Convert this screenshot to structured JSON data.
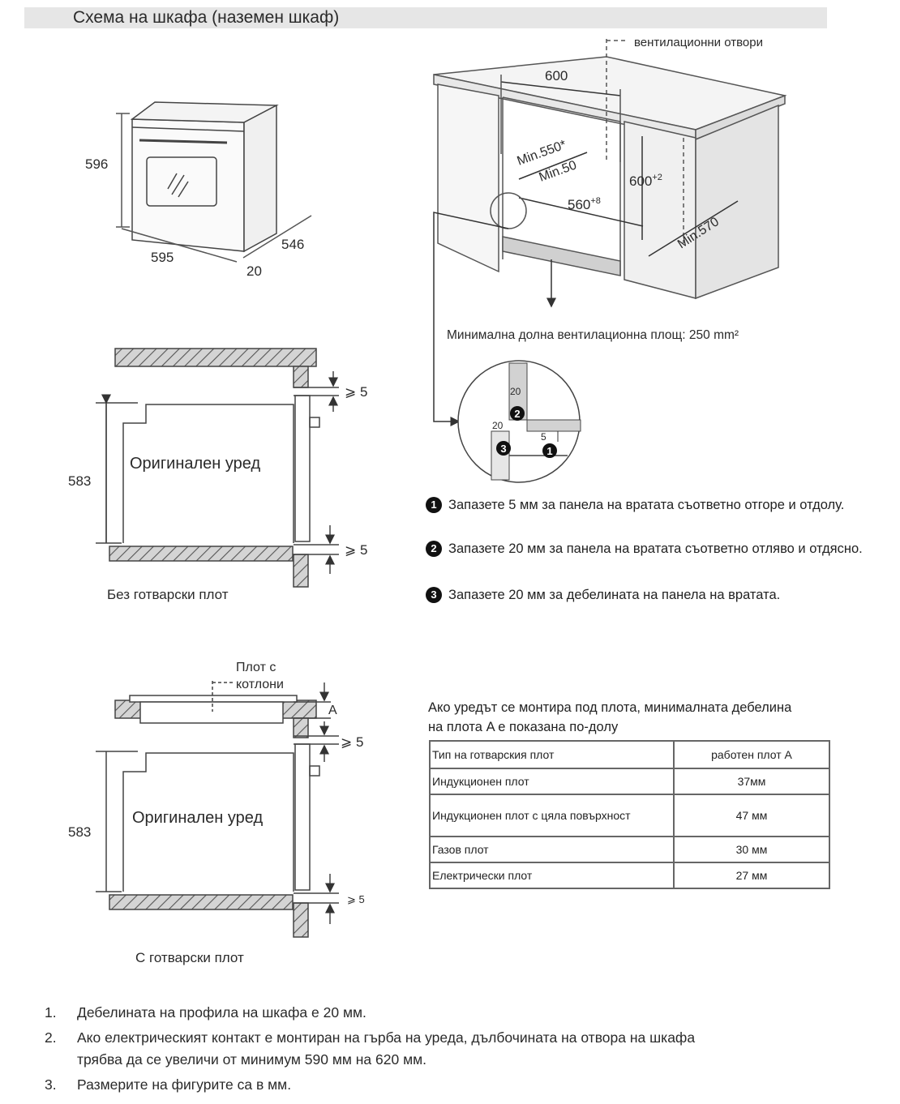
{
  "header": {
    "title": "Схема на шкафа (наземен шкаф)"
  },
  "oven": {
    "height": "596",
    "width": "595",
    "depth": "546",
    "door": "20"
  },
  "cabinet": {
    "vent_label": "вентилационни отвори",
    "width": "600",
    "min_depth": "Min.550*",
    "min_gap": "Min.50",
    "height": "600",
    "height_tol": "+2",
    "inner": "560",
    "inner_tol": "+8",
    "min_570": "Min.570",
    "bottom_vent": "Минимална долна вентилационна площ: 250 mm²"
  },
  "detail": {
    "d20a": "20",
    "d20b": "20",
    "d5": "5",
    "m1": "1",
    "m2": "2",
    "m3": "3"
  },
  "legend": [
    {
      "num": "1",
      "text": "Запазете 5 мм за панела на вратата съответно отгоре и отдолу."
    },
    {
      "num": "2",
      "text": "Запазете 20 мм за панела на вратата съответно отляво и отдясно."
    },
    {
      "num": "3",
      "text": "Запазете 20 мм за дебелината на панела на вратата."
    }
  ],
  "install1": {
    "gap_top": "⩾ 5",
    "gap_bottom": "⩾ 5",
    "height": "583",
    "device": "Оригинален уред",
    "caption": "Без готварски плот"
  },
  "install2": {
    "hob_label_1": "Плот с",
    "hob_label_2": "котлони",
    "a": "A",
    "gap_top": "⩾ 5",
    "gap_bottom": "⩾ 5",
    "height": "583",
    "device": "Оригинален уред",
    "caption": "С готварски плот"
  },
  "table": {
    "intro": "Ако уредът се монтира под плота, минималната дебелина на плота A е показана по-долу",
    "headers": [
      "Тип на готварския плот",
      "работен плот A"
    ],
    "rows": [
      {
        "type": "Индукционен плот",
        "value": "37мм"
      },
      {
        "type": "Индукционен плот с цяла повърхност",
        "value": "47 мм"
      },
      {
        "type": "Газов плот",
        "value": "30 мм"
      },
      {
        "type": "Електрически плот",
        "value": "27 мм"
      }
    ]
  },
  "notes": [
    {
      "n": "1.",
      "text": "Дебелината на профила на шкафа е 20 мм."
    },
    {
      "n": "2.",
      "text": "Ако електрическият контакт е монтиран на гърба на уреда, дълбочината на отвора на шкафа трябва да се увеличи от минимум 590 мм на 620 мм."
    },
    {
      "n": "3.",
      "text": "Размерите на фигурите са в мм."
    }
  ]
}
